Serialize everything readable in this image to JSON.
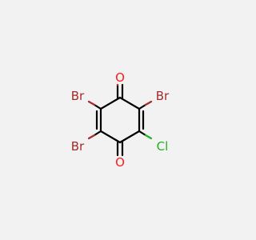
{
  "molecule": {
    "atoms": {
      "o_top": {
        "label": "O",
        "element": "oxygen",
        "color": "#ff1a1a"
      },
      "o_bottom": {
        "label": "O",
        "element": "oxygen",
        "color": "#ff1a1a"
      },
      "br_upper_left": {
        "label": "Br",
        "element": "bromine",
        "color": "#a52a2a"
      },
      "br_lower_left": {
        "label": "Br",
        "element": "bromine",
        "color": "#a52a2a"
      },
      "br_upper_right": {
        "label": "Br",
        "element": "bromine",
        "color": "#a52a2a"
      },
      "cl_lower_right": {
        "label": "Cl",
        "element": "chlorine",
        "color": "#1fb11f"
      }
    },
    "colors": {
      "carbon_bond": "#000000",
      "background": "#f2f2f2"
    }
  }
}
